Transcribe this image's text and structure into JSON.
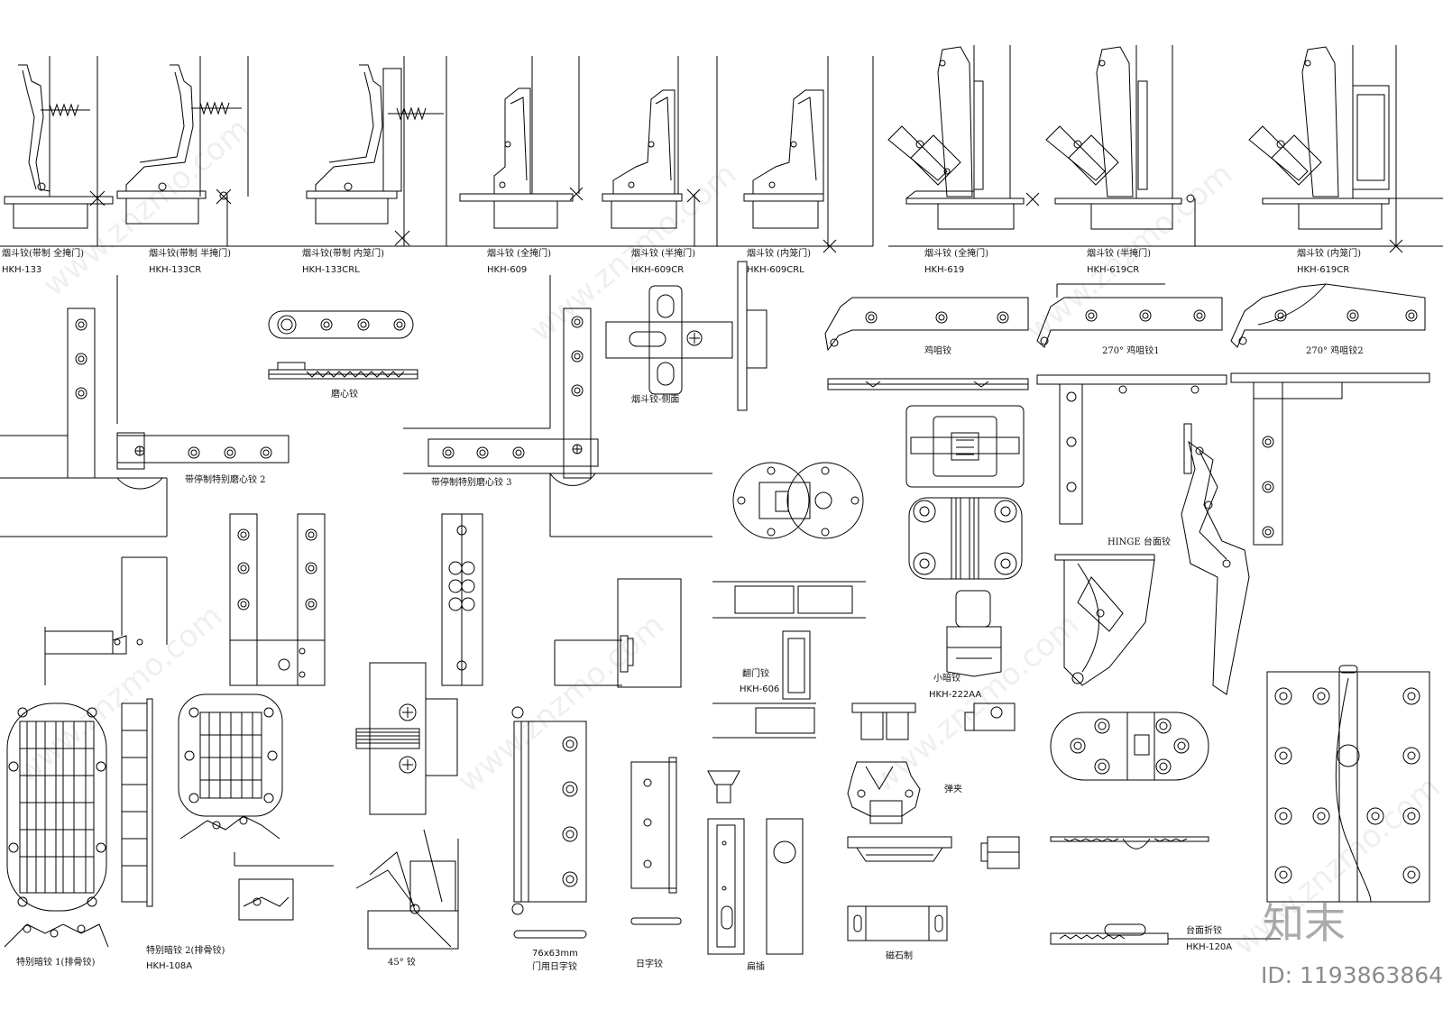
{
  "row1": [
    {
      "title": "烟斗铰(带制 全掩门)",
      "code": "HKH-133"
    },
    {
      "title": "烟斗铰(带制 半掩门)",
      "code": "HKH-133CR"
    },
    {
      "title": "烟斗铰(带制 内笼门)",
      "code": "HKH-133CRL"
    },
    {
      "title": "烟斗铰 (全掩门)",
      "code": "HKH-609"
    },
    {
      "title": "烟斗铰 (半掩门)",
      "code": "HKH-609CR"
    },
    {
      "title": "烟斗铰 (内笼门)",
      "code": "HKH-609CRL"
    },
    {
      "title": "烟斗铰 (全掩门)",
      "code": "HKH-619"
    },
    {
      "title": "烟斗铰 (半掩门)",
      "code": "HKH-619CR"
    },
    {
      "title": "烟斗铰 (内笼门)",
      "code": "HKH-619CR"
    }
  ],
  "labels": {
    "moxin": "磨心铰",
    "side": "烟斗铰-侧面",
    "jizui": "鸡咀铰",
    "jizui1": "270° 鸡咀铰1",
    "jizui2": "270° 鸡咀铰2",
    "stop2": "带停制特别磨心铰 2",
    "stop3": "带停制特别磨心铰 3",
    "hinge_table": "HINGE 台面铰",
    "flip": "翻门铰",
    "flip_code": "HKH-606",
    "small": "小暗铰",
    "small_code": "HKH-222AA",
    "spring": "弹夹",
    "magnet": "磁石制",
    "hidden1": "特别暗铰 1(排骨铰)",
    "hidden2": "特别暗铰 2(排骨铰)",
    "hidden2_code": "HKH-108A",
    "deg45": "45° 铰",
    "size": "76x63mm",
    "door": "门用日字铰",
    "ri": "日字铰",
    "bian": "扁插",
    "fold": "台面折铰",
    "fold_code": "HKH-120A"
  },
  "watermark": {
    "logo": "知末",
    "id": "ID: 1193863864",
    "site": "www.znzmo.com"
  }
}
